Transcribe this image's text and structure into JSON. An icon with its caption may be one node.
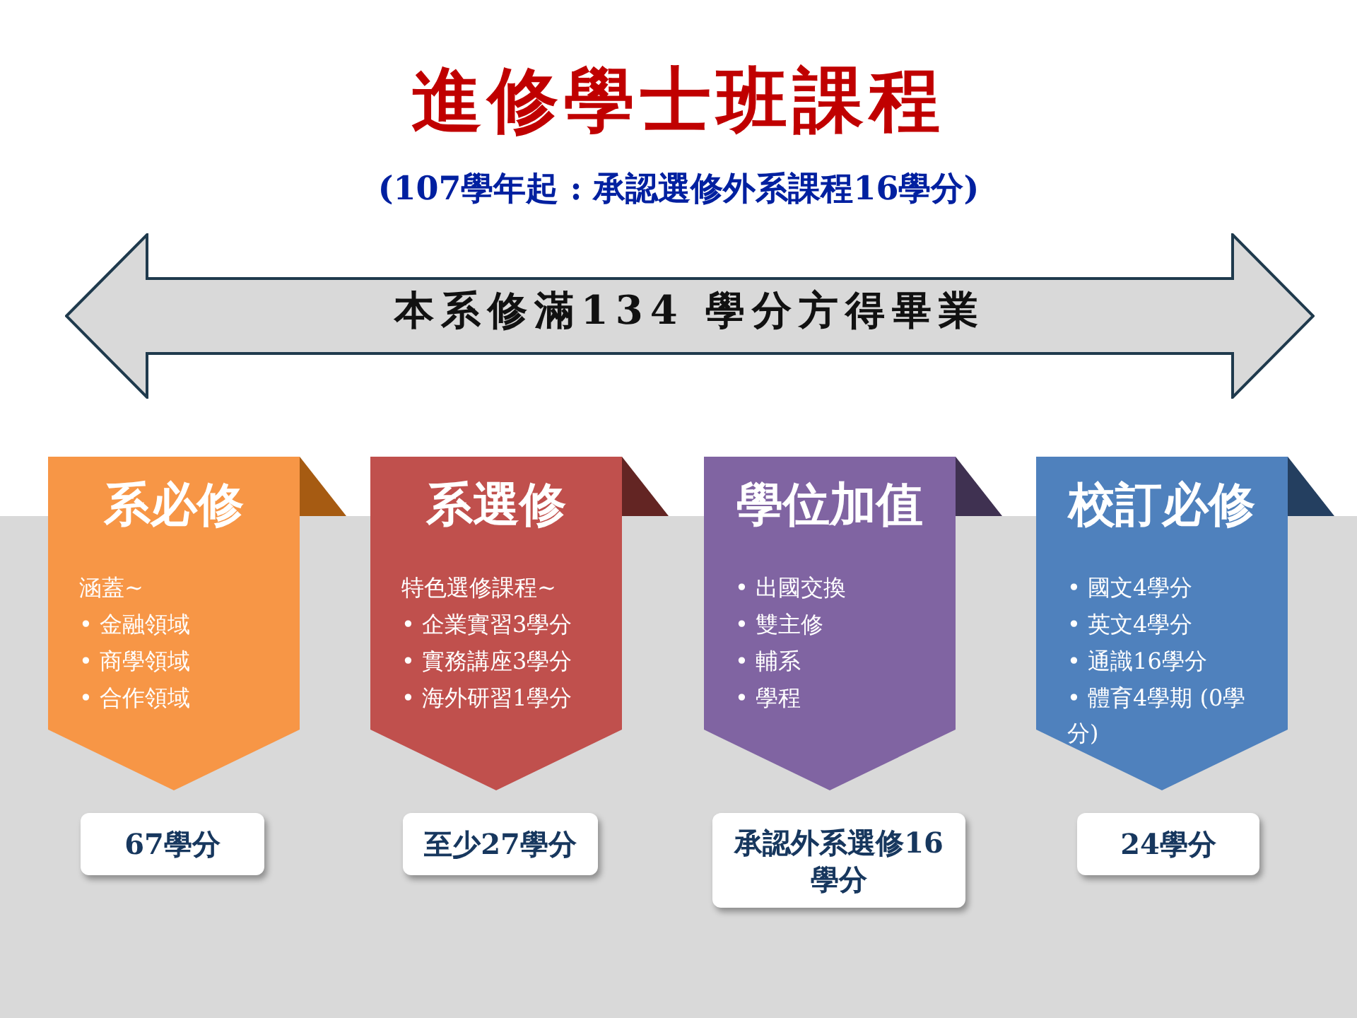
{
  "diagram": {
    "title": "進修學士班課程",
    "nodes": [
      {
        "text": [
          "本系修滿134 學分方得畢業"
        ]
      },
      {
        "text": [
          "系必修",
          "涵蓋~",
          "• 金融領域",
          "• 商學領域",
          "• 合作領域"
        ]
      },
      {
        "text": [
          "系選修",
          "特色選修課程~",
          "• 企業實習3學分",
          "• 實務講座3學分",
          "• 海外研習1學分"
        ]
      },
      {
        "text": [
          "學位加值",
          "• 出國交換",
          "• 雙主修",
          "• 輔系",
          "• 學程"
        ]
      },
      {
        "text": [
          "校訂必修",
          "• 國文4學分",
          "• 英文4學分",
          "• 通識16學分",
          "• 體育4學期 (0學分)"
        ]
      },
      {
        "text": [
          "67學分"
        ]
      },
      {
        "text": [
          "至少27學分"
        ]
      },
      {
        "text": [
          "承認外系選修16學分"
        ]
      },
      {
        "text": [
          "24學分"
        ]
      }
    ],
    "edges": [],
    "labels": [
      "(107學年起 : 承認選修外系課程16學分)"
    ]
  }
}
